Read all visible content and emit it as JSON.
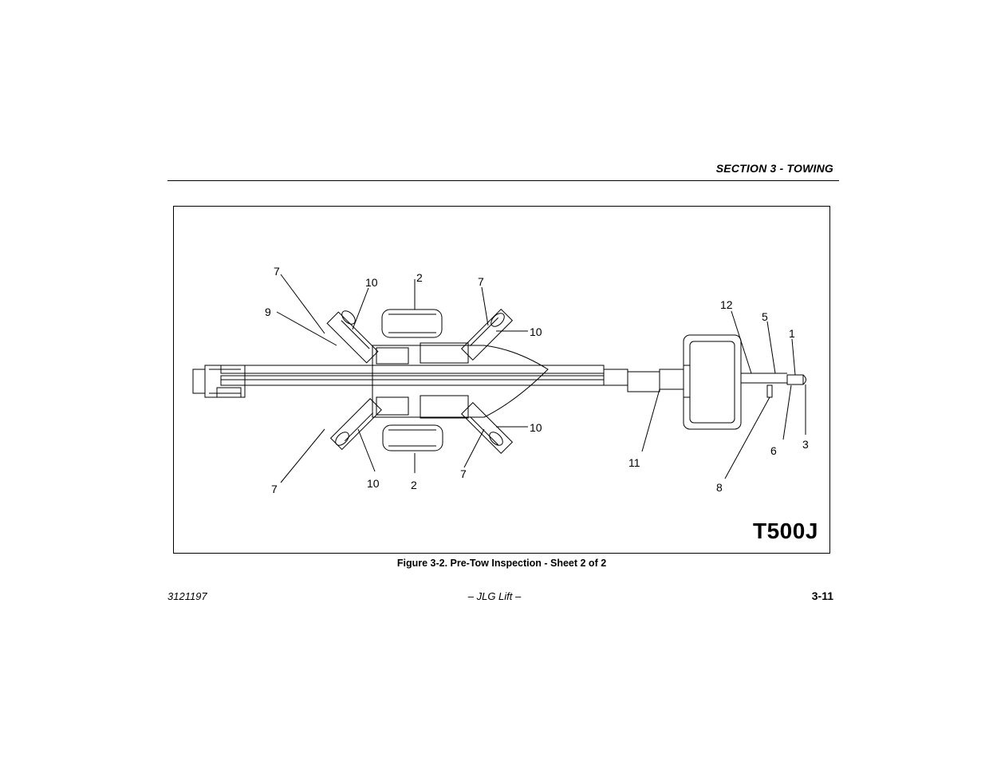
{
  "header": {
    "section_title": "SECTION 3 - TOWING"
  },
  "figure": {
    "model": "T500J",
    "caption": "Figure 3-2. Pre-Tow Inspection - Sheet 2 of 2",
    "callouts": [
      "7",
      "10",
      "2",
      "7",
      "9",
      "10",
      "12",
      "5",
      "1",
      "10",
      "7",
      "10",
      "2",
      "7",
      "11",
      "6",
      "3",
      "8"
    ]
  },
  "footer": {
    "doc_number": "3121197",
    "center_text": "– JLG Lift –",
    "page_number": "3-11"
  }
}
